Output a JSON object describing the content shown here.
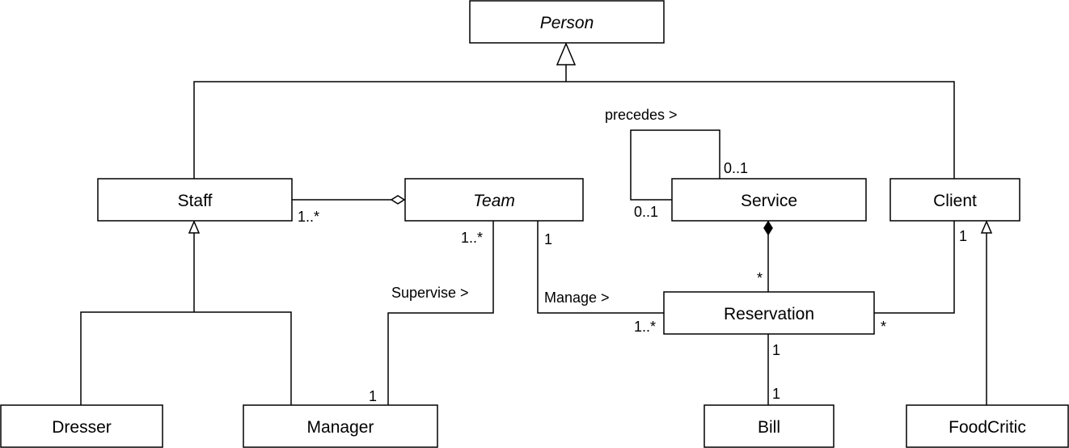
{
  "diagram": {
    "type": "uml-class-diagram",
    "classes": {
      "person": {
        "name": "Person",
        "abstract": true
      },
      "staff": {
        "name": "Staff",
        "abstract": false
      },
      "team": {
        "name": "Team",
        "abstract": true
      },
      "service": {
        "name": "Service",
        "abstract": false
      },
      "client": {
        "name": "Client",
        "abstract": false
      },
      "reservation": {
        "name": "Reservation",
        "abstract": false
      },
      "dresser": {
        "name": "Dresser",
        "abstract": false
      },
      "manager": {
        "name": "Manager",
        "abstract": false
      },
      "bill": {
        "name": "Bill",
        "abstract": false
      },
      "foodcritic": {
        "name": "FoodCritic",
        "abstract": false
      }
    },
    "relationships": {
      "staff_team": {
        "kind": "aggregation",
        "from": "Staff",
        "to": "Team",
        "mult_staff": "1..*"
      },
      "service_precedes": {
        "kind": "association",
        "from": "Service",
        "to": "Service",
        "label": "precedes >",
        "mult_target": "0..1",
        "mult_source": "0..1"
      },
      "team_supervise": {
        "kind": "association",
        "from": "Team",
        "to": "Manager",
        "label": "Supervise >",
        "mult_team": "1..*",
        "mult_manager": "1"
      },
      "team_manage": {
        "kind": "association",
        "from": "Team",
        "to": "Reservation",
        "label": "Manage >",
        "mult_team": "1",
        "mult_reservation": "1..*"
      },
      "service_reservation": {
        "kind": "composition",
        "from": "Service",
        "to": "Reservation",
        "mult_reservation": "*"
      },
      "client_reservation": {
        "kind": "association",
        "from": "Client",
        "to": "Reservation",
        "mult_client": "1",
        "mult_reservation": "*"
      },
      "reservation_bill": {
        "kind": "association",
        "from": "Reservation",
        "to": "Bill",
        "mult_reservation": "1",
        "mult_bill": "1"
      },
      "generalizations": [
        {
          "child": "Staff",
          "parent": "Person"
        },
        {
          "child": "Client",
          "parent": "Person"
        },
        {
          "child": "Dresser",
          "parent": "Staff"
        },
        {
          "child": "Manager",
          "parent": "Staff"
        },
        {
          "child": "FoodCritic",
          "parent": "Client"
        }
      ]
    }
  }
}
